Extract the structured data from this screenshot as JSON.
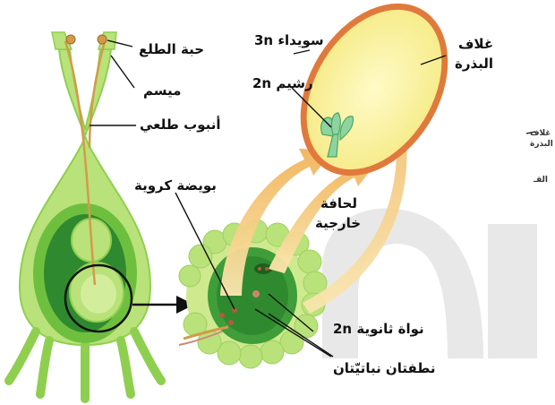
{
  "labels": {
    "pollen_grain": "حبة الطلع",
    "stigma": "ميسم",
    "pollen_tube": "أنبوب طلعي",
    "spherical_egg": "بويضة كروية",
    "endosperm": "سويداء 3n",
    "embryo": "رشيم 2n",
    "seed_coat_line1": "غلاف",
    "seed_coat_line2": "البذرة",
    "outer_rim_line1": "لحافة",
    "outer_rim_line2": "خارجية",
    "secondary_nucleus": "نواة ثانوية 2n",
    "two_sperm": "نطفتان نباتيّتان",
    "side_seed_coat_line1": "غلاف",
    "side_seed_coat_line2": "البذرة",
    "side_partial": "القـ"
  },
  "colors": {
    "plant_light": "#b9e27a",
    "plant_mid": "#8fcf4f",
    "plant_dark": "#2f8a2f",
    "seed_fill": "#fbf39b",
    "seed_coat": "#e07a3c",
    "arrow_yellow": "#f3d27a",
    "arrow_orange": "#f0b35a",
    "watermark": "#e4e4e4"
  }
}
